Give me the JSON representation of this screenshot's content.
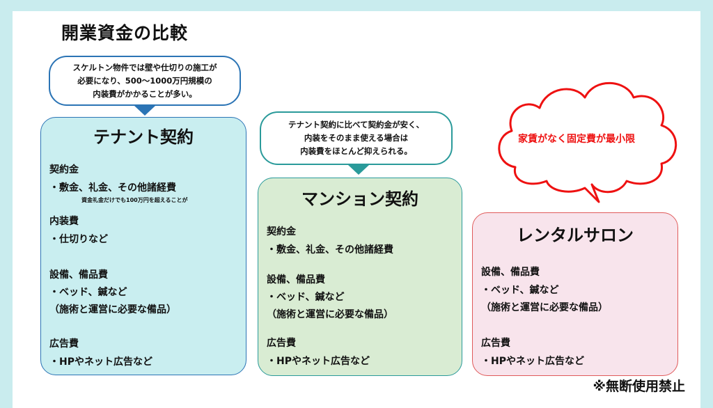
{
  "title": "開業資金の比較",
  "colors": {
    "background": "#c9ecee",
    "tenant_fill": "#c9eef0",
    "tenant_border": "#2b74b5",
    "mansion_fill": "#d9ecd3",
    "mansion_border": "#2a9a9a",
    "rental_fill": "#f8e4ec",
    "rental_border": "#e05a5a",
    "cloud": "#ee1111"
  },
  "tenant": {
    "callout": [
      "スケルトン物件では壁や仕切りの施工が",
      "必要になり、500〜1000万円規模の",
      "内装費がかかることが多い。"
    ],
    "title": "テナント契約",
    "lines": [
      "契約金",
      "・敷金、礼金、その他諸経費",
      "内装費",
      "・仕切りなど",
      "設備、備品費",
      "・ベッド、鍼など",
      "（施術と運営に必要な備品）",
      "広告費",
      "・HPやネット広告など"
    ],
    "note": "資金礼金だけでも100万円を超えることが"
  },
  "mansion": {
    "callout": [
      "テナント契約に比べて契約金が安く、",
      "内装をそのまま使える場合は",
      "内装費をほとんど抑えられる。"
    ],
    "title": "マンション契約",
    "lines": [
      "契約金",
      "・敷金、礼金、その他諸経費",
      "設備、備品費",
      "・ベッド、鍼など",
      "（施術と運営に必要な備品）",
      "広告費",
      "・HPやネット広告など"
    ]
  },
  "rental": {
    "callout": "家賃がなく固定費が最小限",
    "title": "レンタルサロン",
    "lines": [
      "設備、備品費",
      "・ベッド、鍼など",
      "（施術と運営に必要な備品）",
      "広告費",
      "・HPやネット広告など"
    ]
  },
  "footer": "※無断使用禁止"
}
